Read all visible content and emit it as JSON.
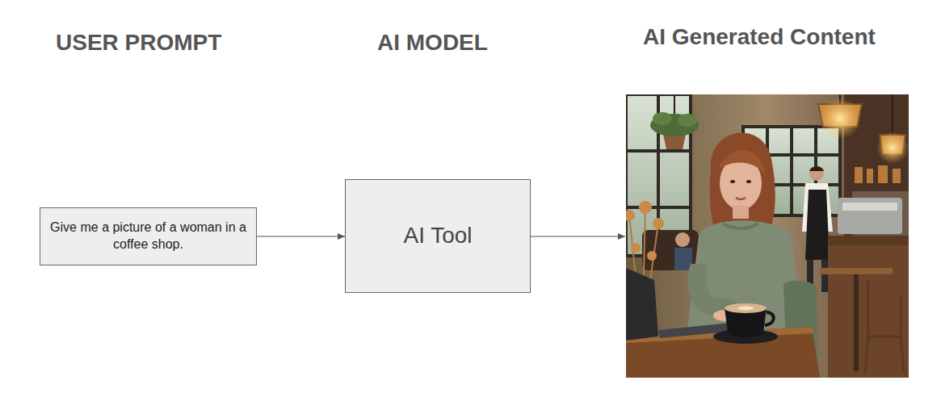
{
  "diagram": {
    "nodes": [
      {
        "text": [
          "Give me a picture of a woman in a coffee shop."
        ]
      },
      {
        "text": [
          "AI Tool"
        ]
      }
    ],
    "edges": [
      {
        "from": 0,
        "to": 1,
        "arrow": "to"
      }
    ],
    "labels": [
      "USER PROMPT",
      "AI MODEL",
      "AI Generated Content"
    ]
  }
}
